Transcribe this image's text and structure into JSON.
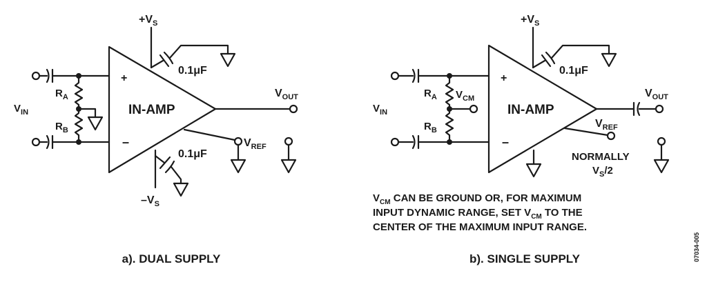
{
  "left": {
    "vs_plus": [
      "+V",
      "S"
    ],
    "vs_minus": [
      "–V",
      "S"
    ],
    "cap_top": "0.1μF",
    "cap_bottom": "0.1μF",
    "vin": [
      "V",
      "IN"
    ],
    "ra": [
      "R",
      "A"
    ],
    "rb": [
      "R",
      "B"
    ],
    "plus_input": "+",
    "minus_input": "–",
    "amp_label": "IN-AMP",
    "vout": [
      "V",
      "OUT"
    ],
    "vref": [
      "V",
      "REF"
    ],
    "caption": "a). DUAL SUPPLY"
  },
  "right": {
    "vs_plus": [
      "+V",
      "S"
    ],
    "cap_top": "0.1μF",
    "vin": [
      "V",
      "IN"
    ],
    "ra": [
      "R",
      "A"
    ],
    "rb": [
      "R",
      "B"
    ],
    "vcm": [
      "V",
      "CM"
    ],
    "plus_input": "+",
    "minus_input": "–",
    "amp_label": "IN-AMP",
    "vout": [
      "V",
      "OUT"
    ],
    "vref": [
      "V",
      "REF"
    ],
    "normally": "NORMALLY",
    "vs_half": [
      "V",
      "S",
      "/2"
    ],
    "note": [
      {
        "a": "V",
        "sub": "CM",
        "b": " CAN BE GROUND OR, FOR MAXIMUM"
      },
      {
        "a": "INPUT DYNAMIC RANGE, SET V",
        "sub": "CM",
        "b": " TO THE"
      },
      {
        "a": "CENTER OF THE MAXIMUM INPUT RANGE.",
        "sub": "",
        "b": ""
      }
    ],
    "caption": "b). SINGLE SUPPLY"
  },
  "figure_id": "07034-005"
}
